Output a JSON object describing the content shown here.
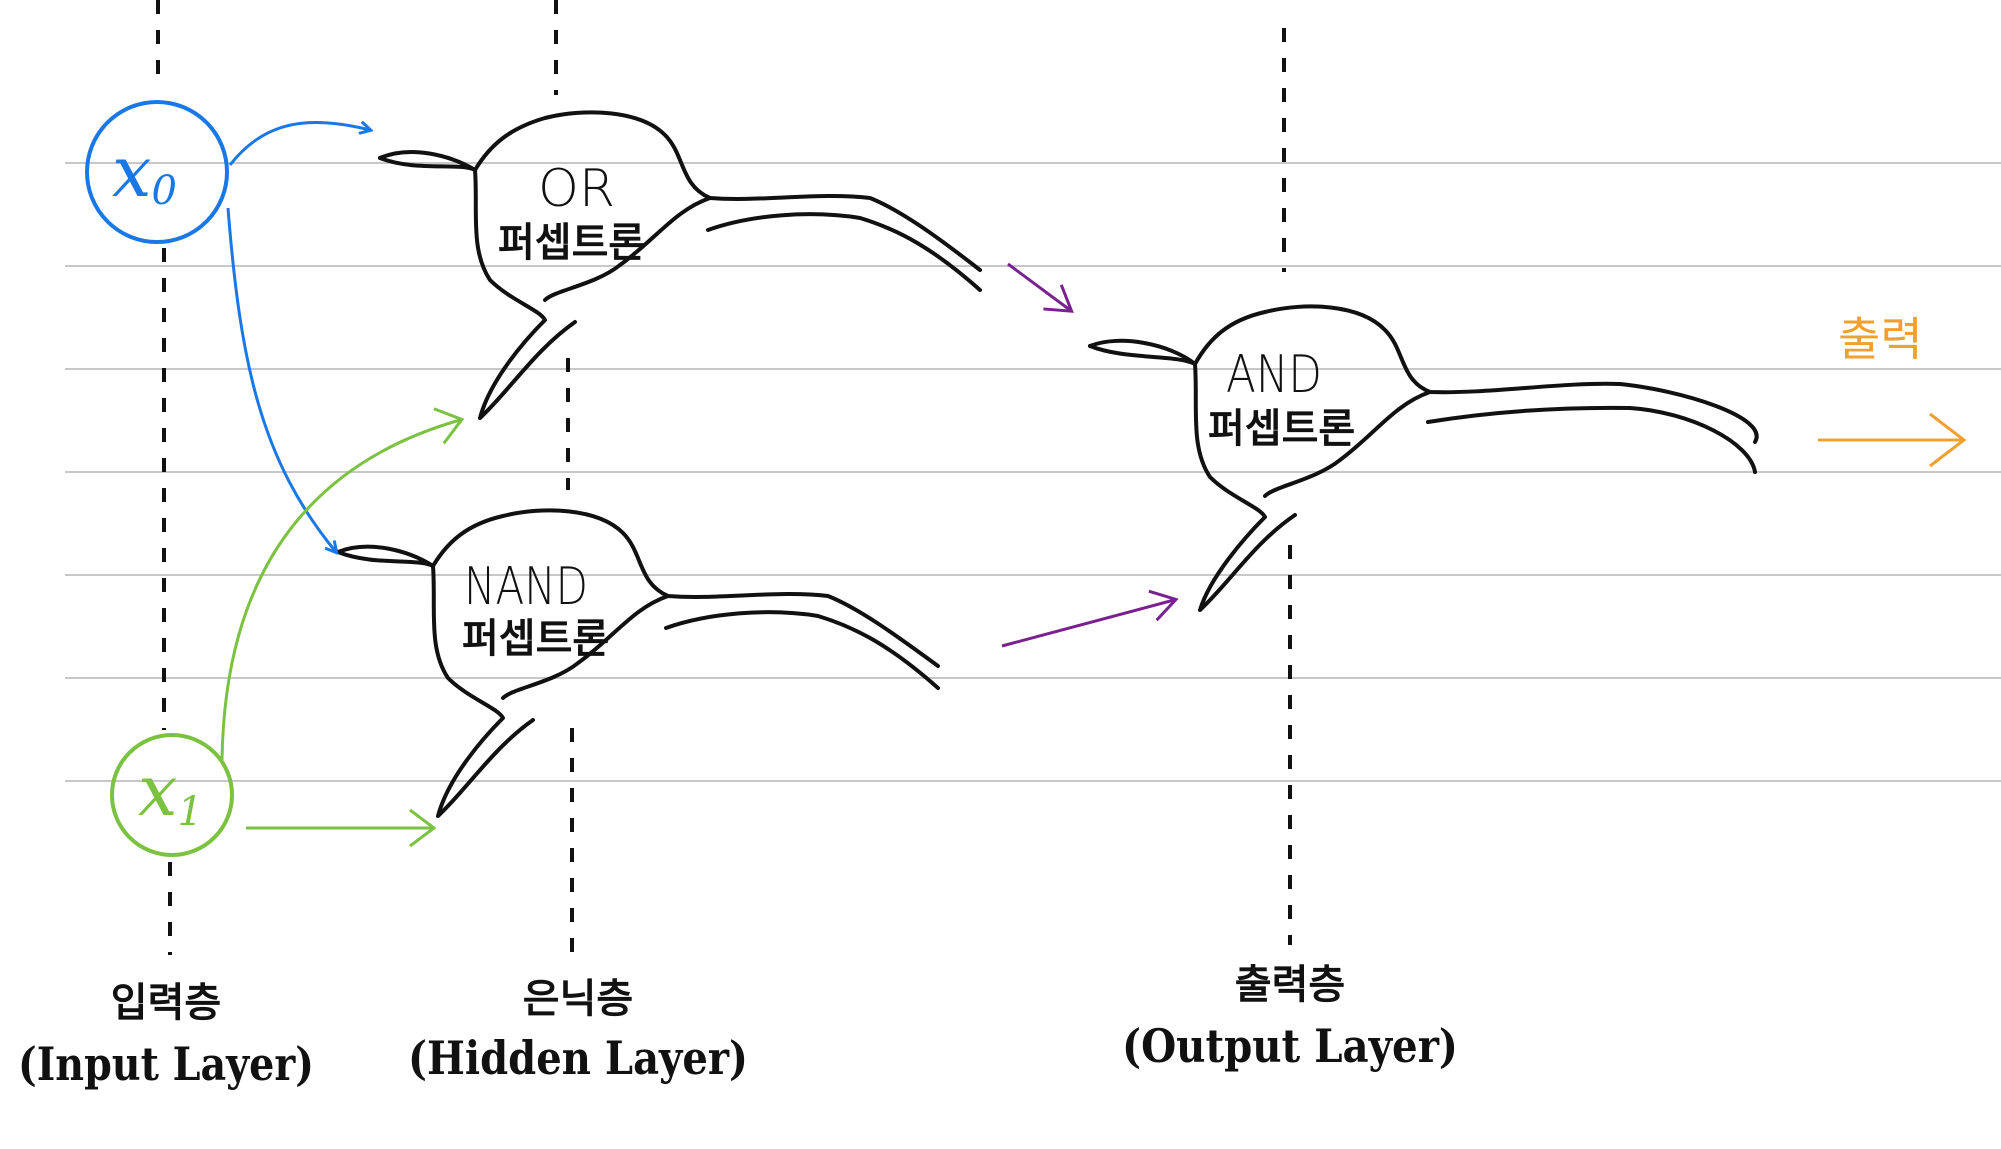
{
  "inputs": {
    "x0": {
      "symbol": "x",
      "subscript": "0"
    },
    "x1": {
      "symbol": "x",
      "subscript": "1"
    }
  },
  "neurons": {
    "or": {
      "gate": "OR",
      "kind": "퍼셉트론"
    },
    "nand": {
      "gate": "NAND",
      "kind": "퍼셉트론"
    },
    "and": {
      "gate": "AND",
      "kind": "퍼셉트론"
    }
  },
  "output_label": "출력",
  "layers": {
    "input": {
      "ko": "입력층",
      "en": "(Input Layer)"
    },
    "hidden": {
      "ko": "은닉층",
      "en": "(Hidden Layer)"
    },
    "output": {
      "ko": "출력층",
      "en": "(Output Layer)"
    }
  },
  "colors": {
    "x0": "#1a78e6",
    "x1": "#7cc242",
    "hidden_to_output": "#7a2090",
    "output": "#f0a030",
    "ink": "#111111",
    "rule": "#c8c8c8"
  }
}
